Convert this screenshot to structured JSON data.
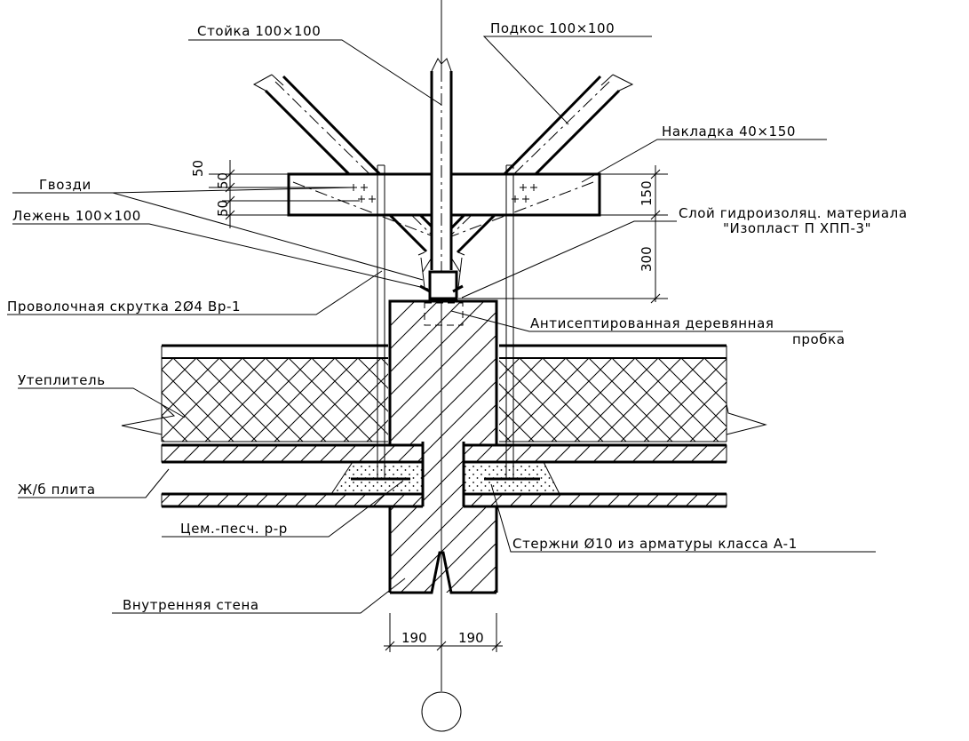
{
  "labels": {
    "stoyka": "Стойка 100×100",
    "podkos": "Подкос 100×100",
    "nakladka": "Накладка 40×150",
    "gvozdi": "Гвозди",
    "lezhen": "Лежень 100×100",
    "sloy_line1": "Слой гидроизоляц. материала",
    "sloy_line2": "\"Изопласт П ХПП-3\"",
    "skrutka": "Проволочная скрутка 2Ø4 Вр-1",
    "probka_line1": "Антисептированная деревянная",
    "probka_line2": "пробка",
    "uteplitel": "Утеплитель",
    "plita": "Ж/б плита",
    "rastvor": "Цем.-песч. р-р",
    "sterzhni": "Стержни Ø10 из арматуры класса А-1",
    "stena": "Внутренняя стена"
  },
  "dimensions": {
    "d50_top": "50",
    "d50_mid": "50",
    "d50_bot": "50",
    "d150": "150",
    "d300": "300",
    "d190_left": "190",
    "d190_right": "190"
  }
}
